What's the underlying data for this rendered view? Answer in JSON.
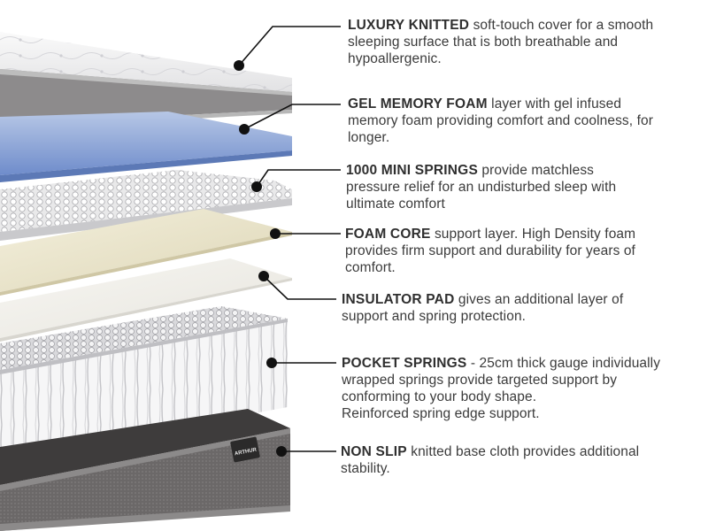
{
  "layers": [
    {
      "id": "luxury-knitted",
      "title": "LUXURY KNITTED",
      "text_lines": [
        "soft-touch cover for a smooth",
        "sleeping surface that is both breathable and",
        "hypoallergenic."
      ]
    },
    {
      "id": "gel-memory-foam",
      "title": "GEL MEMORY FOAM",
      "text_lines": [
        "layer with gel infused",
        "memory foam providing comfort and coolness, for",
        "longer."
      ]
    },
    {
      "id": "mini-springs",
      "title": "1000 MINI SPRINGS",
      "text_lines": [
        "provide matchless",
        "pressure relief for an undisturbed sleep with",
        "ultimate comfort"
      ]
    },
    {
      "id": "foam-core",
      "title": "FOAM CORE",
      "text_lines": [
        "support layer. High Density foam",
        "provides firm support and durability for years of",
        "comfort."
      ]
    },
    {
      "id": "insulator-pad",
      "title": "INSULATOR PAD",
      "text_lines": [
        "gives an additional layer of",
        "support and spring protection."
      ]
    },
    {
      "id": "pocket-springs",
      "title": "POCKET SPRINGS",
      "text_lines": [
        "- 25cm thick gauge individually",
        "wrapped springs provide targeted support by",
        "conforming to your body shape.",
        "Reinforced spring edge support."
      ]
    },
    {
      "id": "non-slip",
      "title": "NON SLIP",
      "text_lines": [
        "knitted base cloth provides additional",
        "stability."
      ]
    }
  ],
  "brand_label": "ARTHUR",
  "colors": {
    "text": "#3b3b3b",
    "title": "#2f2f2f",
    "leader": "#111111",
    "cover": "#eeeeef",
    "gel_foam": "#8ea6d4",
    "foam_core": "#ece7cf",
    "insulator": "#f2f1ec",
    "base_fabric": "#6b6868"
  }
}
